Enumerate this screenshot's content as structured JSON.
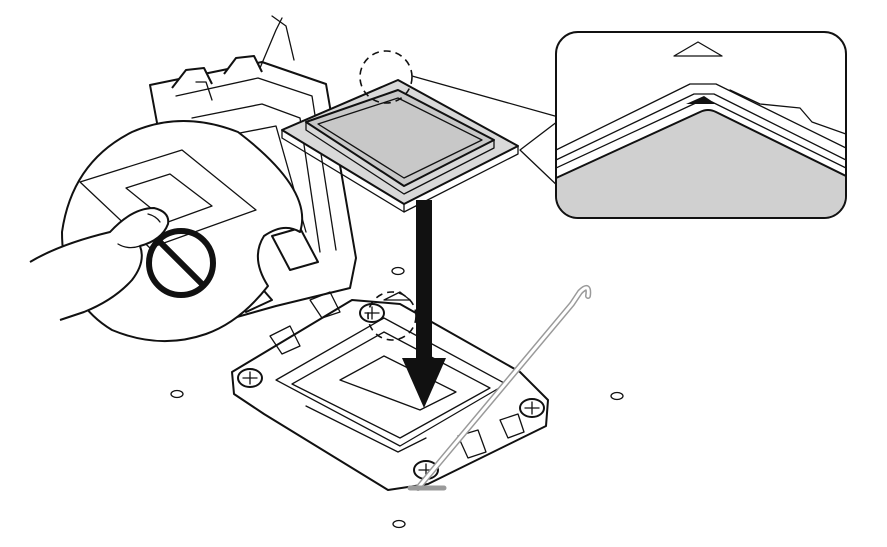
{
  "diagram": {
    "labels": [],
    "callout": {
      "orientation_mark": "triangle",
      "shape": "rounded-rectangle"
    },
    "warning": {
      "symbol": "prohibition-sign",
      "subject": "finger-touching-cpu-contacts"
    },
    "motion": {
      "direction": "down",
      "arrow": "solid"
    },
    "colors": {
      "line": "#111111",
      "cpu_top": "#c8c8c8",
      "cpu_side": "#a9a9a9",
      "zoom_fill": "#d0d0d0",
      "background": "#ffffff"
    }
  }
}
